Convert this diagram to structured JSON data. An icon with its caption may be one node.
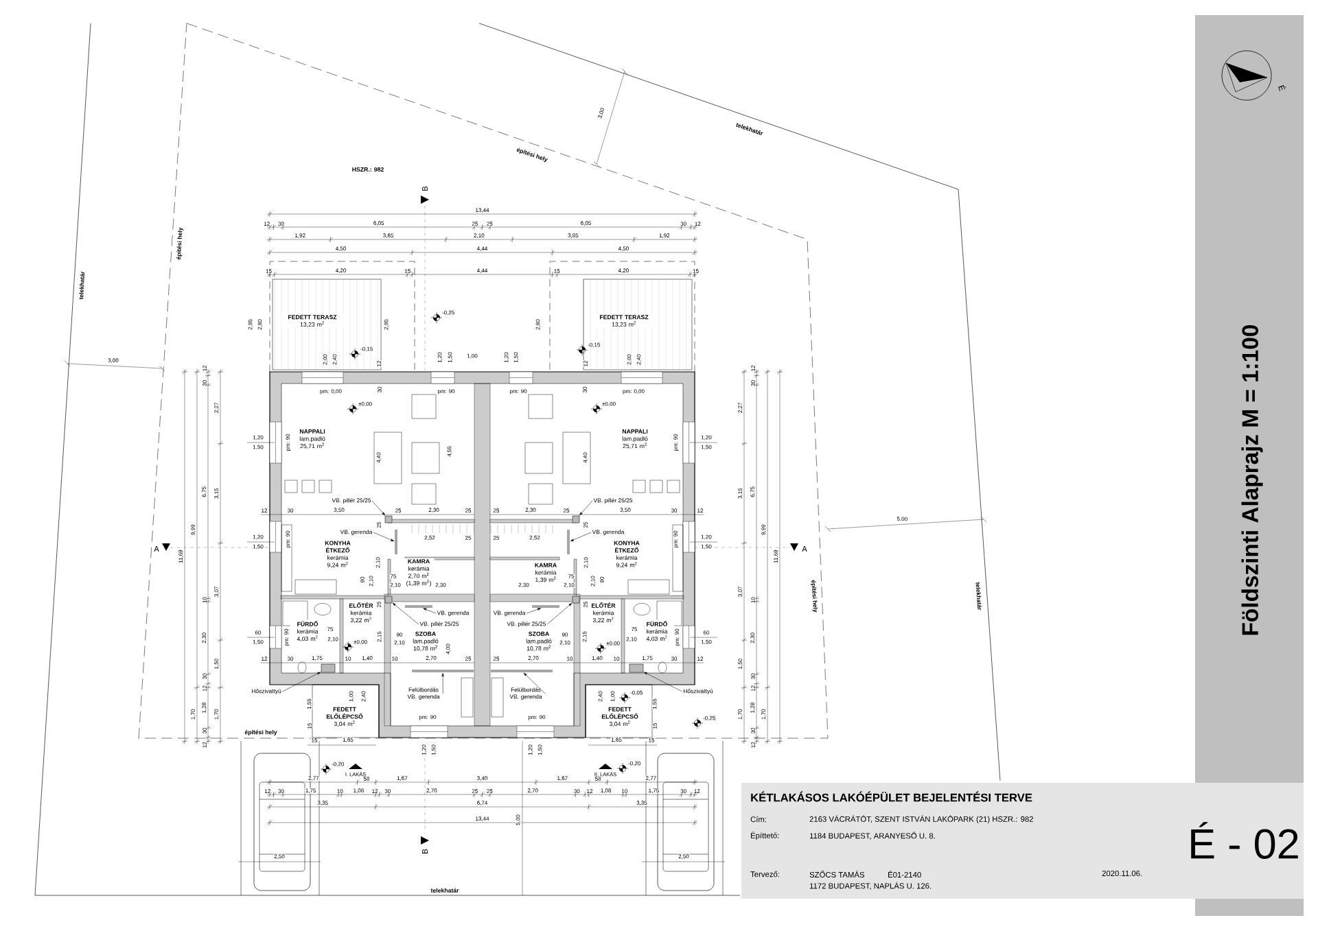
{
  "diagram": {
    "title": "Földszinti Alaprajz M = 1:100",
    "nodes": [
      {
        "text": [
          "FEDETT TERASZ",
          "13,23 m$^{2}$"
        ]
      },
      {
        "text": [
          "FEDETT TERASZ",
          "13,23 m$^{2}$"
        ]
      },
      {
        "text": [
          "NAPPALI",
          "lam.padló",
          "25,71 m$^{2}$"
        ]
      },
      {
        "text": [
          "NAPPALI",
          "lam.padló",
          "25,71 m$^{2}$"
        ]
      },
      {
        "text": [
          "KONYHA ÉTKEZŐ",
          "kerámia",
          "9,24 m$^{2}$"
        ]
      },
      {
        "text": [
          "KONYHA ÉTKEZŐ",
          "kerámia",
          "9,24 m$^{2}$"
        ]
      },
      {
        "text": [
          "KAMRA",
          "kerámia",
          "2,70 m$^{2}$",
          "(1,39 m$^{2}$)"
        ]
      },
      {
        "text": [
          "KAMRA",
          "kerámia",
          "1,39 m$^{2}$"
        ]
      },
      {
        "text": [
          "ELŐTÉR",
          "kerámia",
          "3,22 m$^{2}$"
        ]
      },
      {
        "text": [
          "ELŐTÉR",
          "kerámia",
          "3,22 m$^{2}$"
        ]
      },
      {
        "text": [
          "FÜRDŐ",
          "kerámia",
          "4,03 m$^{2}$"
        ]
      },
      {
        "text": [
          "FÜRDŐ",
          "kerámia",
          "4,03 m$^{2}$"
        ]
      },
      {
        "text": [
          "SZOBA",
          "lam.padló",
          "10,78 m$^{2}$"
        ]
      },
      {
        "text": [
          "SZOBA",
          "lam.padló",
          "10,78 m$^{2}$"
        ]
      },
      {
        "text": [
          "FEDETT ELŐLÉPCSŐ",
          "3,04 m$^{2}$"
        ]
      },
      {
        "text": [
          "FEDETT ELŐLÉPCSŐ",
          "3,04 m$^{2}$"
        ]
      },
      {
        "text": [
          "VB. pillér 25/25"
        ]
      },
      {
        "text": [
          "VB. gerenda"
        ]
      },
      {
        "text": [
          "VB. gerenda"
        ]
      },
      {
        "text": [
          "VB. pillér 25/25"
        ]
      },
      {
        "text": [
          "Felülbordás VB. gerenda"
        ]
      },
      {
        "text": [
          "Hőszivattyú"
        ]
      },
      {
        "text": [
          "VB. pillér 25/25"
        ]
      },
      {
        "text": [
          "VB. gerenda"
        ]
      },
      {
        "text": [
          "VB. gerenda"
        ]
      },
      {
        "text": [
          "VB. pillér 25/25"
        ]
      },
      {
        "text": [
          "Felülbordás VB. gerenda"
        ]
      },
      {
        "text": [
          "Hőszivattyú"
        ]
      },
      {
        "text": [],
        "shape": "box"
      },
      {
        "text": [],
        "shape": "bar"
      },
      {
        "text": [],
        "shape": "bar"
      },
      {
        "text": [],
        "shape": "box"
      },
      {
        "text": [],
        "shape": "bar"
      },
      {
        "text": [],
        "shape": "box"
      },
      {
        "text": [],
        "shape": "box"
      },
      {
        "text": [],
        "shape": "bar"
      },
      {
        "text": [],
        "shape": "bar"
      },
      {
        "text": [],
        "shape": "box"
      },
      {
        "text": [],
        "shape": "bar"
      },
      {
        "text": [],
        "shape": "box"
      }
    ],
    "edges": [
      {
        "from": 16,
        "to": 28,
        "arrow": "to"
      },
      {
        "from": 17,
        "to": 29,
        "arrow": "to"
      },
      {
        "from": 18,
        "to": 30,
        "arrow": "to"
      },
      {
        "from": 19,
        "to": 31,
        "arrow": "to"
      },
      {
        "from": 20,
        "to": 32,
        "arrow": "to"
      },
      {
        "from": 21,
        "to": 33,
        "arrow": "to"
      },
      {
        "from": 22,
        "to": 34,
        "arrow": "to"
      },
      {
        "from": 23,
        "to": 35,
        "arrow": "to"
      },
      {
        "from": 24,
        "to": 36,
        "arrow": "to"
      },
      {
        "from": 25,
        "to": 37,
        "arrow": "to"
      },
      {
        "from": 26,
        "to": 38,
        "arrow": "to"
      },
      {
        "from": 27,
        "to": 39,
        "arrow": "to"
      }
    ],
    "labels": [
      "13,44",
      "12",
      "30",
      "6,05",
      "25",
      "25",
      "6,05",
      "30",
      "12",
      "1,92",
      "3,65",
      "2,10",
      "3,85",
      "1,92",
      "4,50",
      "4,44",
      "4,50",
      "15",
      "4,20",
      "15",
      "4,44",
      "15",
      "4,20",
      "15",
      "2,27",
      "3,15",
      "3,07",
      "1,50",
      "1,70",
      "12",
      "30",
      "6,75",
      "10",
      "2,30",
      "30",
      "12",
      "1,28",
      "30",
      "12",
      "9,99",
      "1,70",
      "11,69",
      "2,27",
      "3,15",
      "3,07",
      "1,50",
      "1,70",
      "12",
      "30",
      "6,75",
      "10",
      "2,30",
      "30",
      "12",
      "1,28",
      "30",
      "12",
      "9,99",
      "1,70",
      "11,69",
      "2,77",
      "58",
      "1,67",
      "3,40",
      "1,67",
      "58",
      "2,77",
      "12",
      "30",
      "1,75",
      "10",
      "1,08",
      "12",
      "30",
      "2,70",
      "25",
      "25",
      "2,70",
      "30",
      "12",
      "1,08",
      "10",
      "1,75",
      "30",
      "12",
      "3,35",
      "6,74",
      "3,35",
      "13,44",
      "HSZR.: 982",
      "telekhatár",
      "építési hely",
      "3,00",
      "telekhatár",
      "építési hely",
      "3,00",
      "5,00",
      "építési hely",
      "telekhatár",
      "építési hely",
      "telekhatár",
      "5,00",
      "2,50",
      "2,50",
      "15",
      "1,65",
      "1,65",
      "15",
      "B",
      "A",
      "A",
      "B",
      "-0,25",
      "-0,15",
      "-0,15",
      "±0,00",
      "±0,00",
      "±0,00",
      "±0,00",
      "-0,05",
      "-0,25",
      "-0,20",
      "-0,20",
      "I. LAKÁS",
      "II. LAKÁS",
      "pm: 0,00",
      "pm: 90",
      "pm: 90",
      "pm: 0,00",
      "pm: 90",
      "pm: 90",
      "pm: 90",
      "pm: 90",
      "pm: 90",
      "pm: 90",
      "pm: 90",
      "pm: 90",
      "1,20",
      "1,50",
      "1,20",
      "1,50",
      "60",
      "1,50",
      "1,20",
      "1,50",
      "1,20",
      "1,50",
      "60",
      "1,50",
      "2,00",
      "2,40",
      "12",
      "1,20",
      "1,50",
      "1,00",
      "1,20",
      "1,50",
      "12",
      "2,00",
      "2,40",
      "2,95",
      "2,80",
      "2,95",
      "2,80",
      "30",
      "30",
      "4,40",
      "4,55",
      "4,40",
      "12",
      "30",
      "3,50",
      "25",
      "2,30",
      "25",
      "25",
      "2,30",
      "25",
      "3,50",
      "30",
      "12",
      "2,52",
      "25",
      "25",
      "2,52",
      "12",
      "30",
      "1,75",
      "10",
      "1,40",
      "10",
      "2,70",
      "25",
      "25",
      "2,70",
      "10",
      "1,40",
      "10",
      "1,75",
      "30",
      "12",
      "4,00",
      "90",
      "2,10",
      "2,10",
      "75",
      "2,10",
      "2,30",
      "90",
      "2,10",
      "75",
      "2,10",
      "2,15",
      "25",
      "25",
      "25",
      "2,10",
      "75",
      "2,10",
      "90",
      "2,30",
      "2,10",
      "25",
      "75",
      "90",
      "2,15",
      "2,10",
      "2,10",
      "1,00",
      "2,40",
      "1,55",
      "15",
      "2,40",
      "1,00",
      "1,55",
      "15",
      "1,20",
      "1,50",
      "1,20",
      "1,50",
      "KÉTLAKÁSOS LAKÓÉPÜLET BEJELENTÉSI TERVE",
      "Cím:",
      "2163 VÁCRÁTÓT, SZENT ISTVÁN LAKÓPARK (21) HSZR.: 982",
      "Építtető:",
      "1184 BUDAPEST, ARANYESŐ U. 8.",
      "Tervező:",
      "SZŐCS TAMÁS",
      "É01-2140",
      "1172 BUDAPEST, NAPLÁS U. 126.",
      "2020.11.06.",
      "É - 02",
      "É"
    ]
  }
}
